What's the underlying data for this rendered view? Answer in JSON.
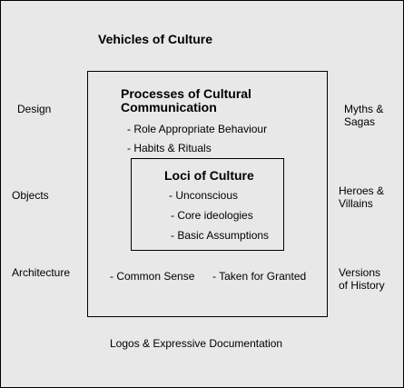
{
  "outer": {
    "title": "Vehicles of Culture",
    "left_items": [
      "Design",
      "Objects",
      "Architecture"
    ],
    "right_items": [
      [
        "Myths &",
        "Sagas"
      ],
      [
        "Heroes &",
        "Villains"
      ],
      [
        "Versions",
        "of History"
      ]
    ],
    "bottom_item": "Logos & Expressive Documentation"
  },
  "middle": {
    "title_lines": [
      "Processes of Cultural",
      "Communication"
    ],
    "items": [
      "- Role Appropriate Behaviour",
      "- Habits & Rituals"
    ],
    "bottom_items": [
      "- Common Sense",
      "- Taken for Granted"
    ]
  },
  "inner": {
    "title": "Loci of Culture",
    "items": [
      "- Unconscious",
      "- Core ideologies",
      "- Basic Assumptions"
    ]
  }
}
